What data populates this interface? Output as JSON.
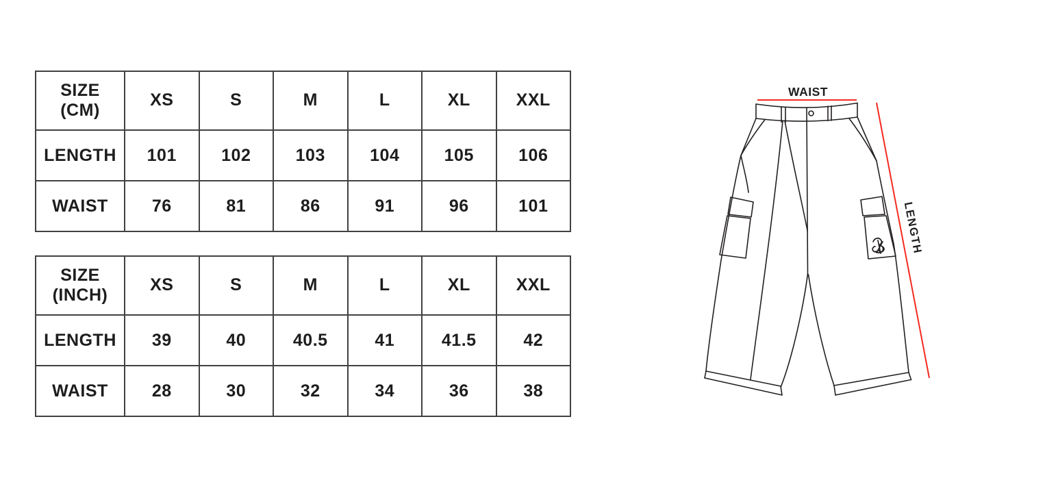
{
  "colors": {
    "background": "#ffffff",
    "line": "#231f20",
    "accent_red": "#f42a20",
    "text": "#1d1d1d",
    "table_border": "#414141"
  },
  "size_chart_cm": {
    "title_line1": "SIZE",
    "title_line2": "(CM)",
    "sizes": [
      "XS",
      "S",
      "M",
      "L",
      "XL",
      "XXL"
    ],
    "rows": [
      {
        "label": "LENGTH",
        "values": [
          "101",
          "102",
          "103",
          "104",
          "105",
          "106"
        ]
      },
      {
        "label": "WAIST",
        "values": [
          "76",
          "81",
          "86",
          "91",
          "96",
          "101"
        ]
      }
    ]
  },
  "size_chart_inch": {
    "title_line1": "SIZE",
    "title_line2": "(INCH)",
    "sizes": [
      "XS",
      "S",
      "M",
      "L",
      "XL",
      "XXL"
    ],
    "rows": [
      {
        "label": "LENGTH",
        "values": [
          "39",
          "40",
          "40.5",
          "41",
          "41.5",
          "42"
        ]
      },
      {
        "label": "WAIST",
        "values": [
          "28",
          "30",
          "32",
          "34",
          "36",
          "38"
        ]
      }
    ]
  },
  "diagram": {
    "waist_label": "WAIST",
    "length_label": "LENGTH",
    "logo_icon": "brand-monogram"
  },
  "chart_data": [
    {
      "type": "table",
      "title": "SIZE (CM)",
      "columns": [
        "SIZE (CM)",
        "XS",
        "S",
        "M",
        "L",
        "XL",
        "XXL"
      ],
      "rows": [
        [
          "LENGTH",
          101,
          102,
          103,
          104,
          105,
          106
        ],
        [
          "WAIST",
          76,
          81,
          86,
          91,
          96,
          101
        ]
      ]
    },
    {
      "type": "table",
      "title": "SIZE (INCH)",
      "columns": [
        "SIZE (INCH)",
        "XS",
        "S",
        "M",
        "L",
        "XL",
        "XXL"
      ],
      "rows": [
        [
          "LENGTH",
          39,
          40,
          40.5,
          41,
          41.5,
          42
        ],
        [
          "WAIST",
          28,
          30,
          32,
          34,
          36,
          38
        ]
      ]
    }
  ]
}
